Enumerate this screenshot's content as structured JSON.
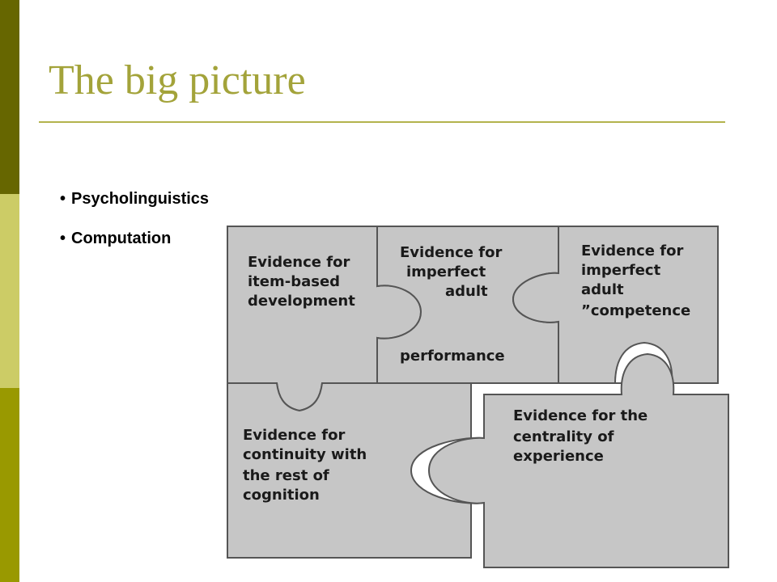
{
  "slide": {
    "title": "The big picture",
    "bullets": [
      "Psycholinguistics",
      "Computation"
    ]
  },
  "colors": {
    "sidebar_dark": "#666600",
    "sidebar_light": "#cccc66",
    "sidebar_mid": "#999900",
    "title": "#a3a33a",
    "piece_fill": "#c6c6c6"
  },
  "puzzle": {
    "pieces": [
      {
        "lines": [
          "Evidence for",
          "item-based",
          "development"
        ]
      },
      {
        "lines": [
          "Evidence for",
          "imperfect",
          "adult"
        ],
        "extra": "performance"
      },
      {
        "lines": [
          "Evidence for",
          "imperfect",
          "adult",
          "”competence"
        ]
      },
      {
        "lines": [
          "Evidence for",
          "continuity with",
          "the rest of",
          "cognition"
        ]
      },
      {
        "lines": [
          "Evidence for the",
          "centrality of",
          "experience"
        ]
      }
    ]
  }
}
